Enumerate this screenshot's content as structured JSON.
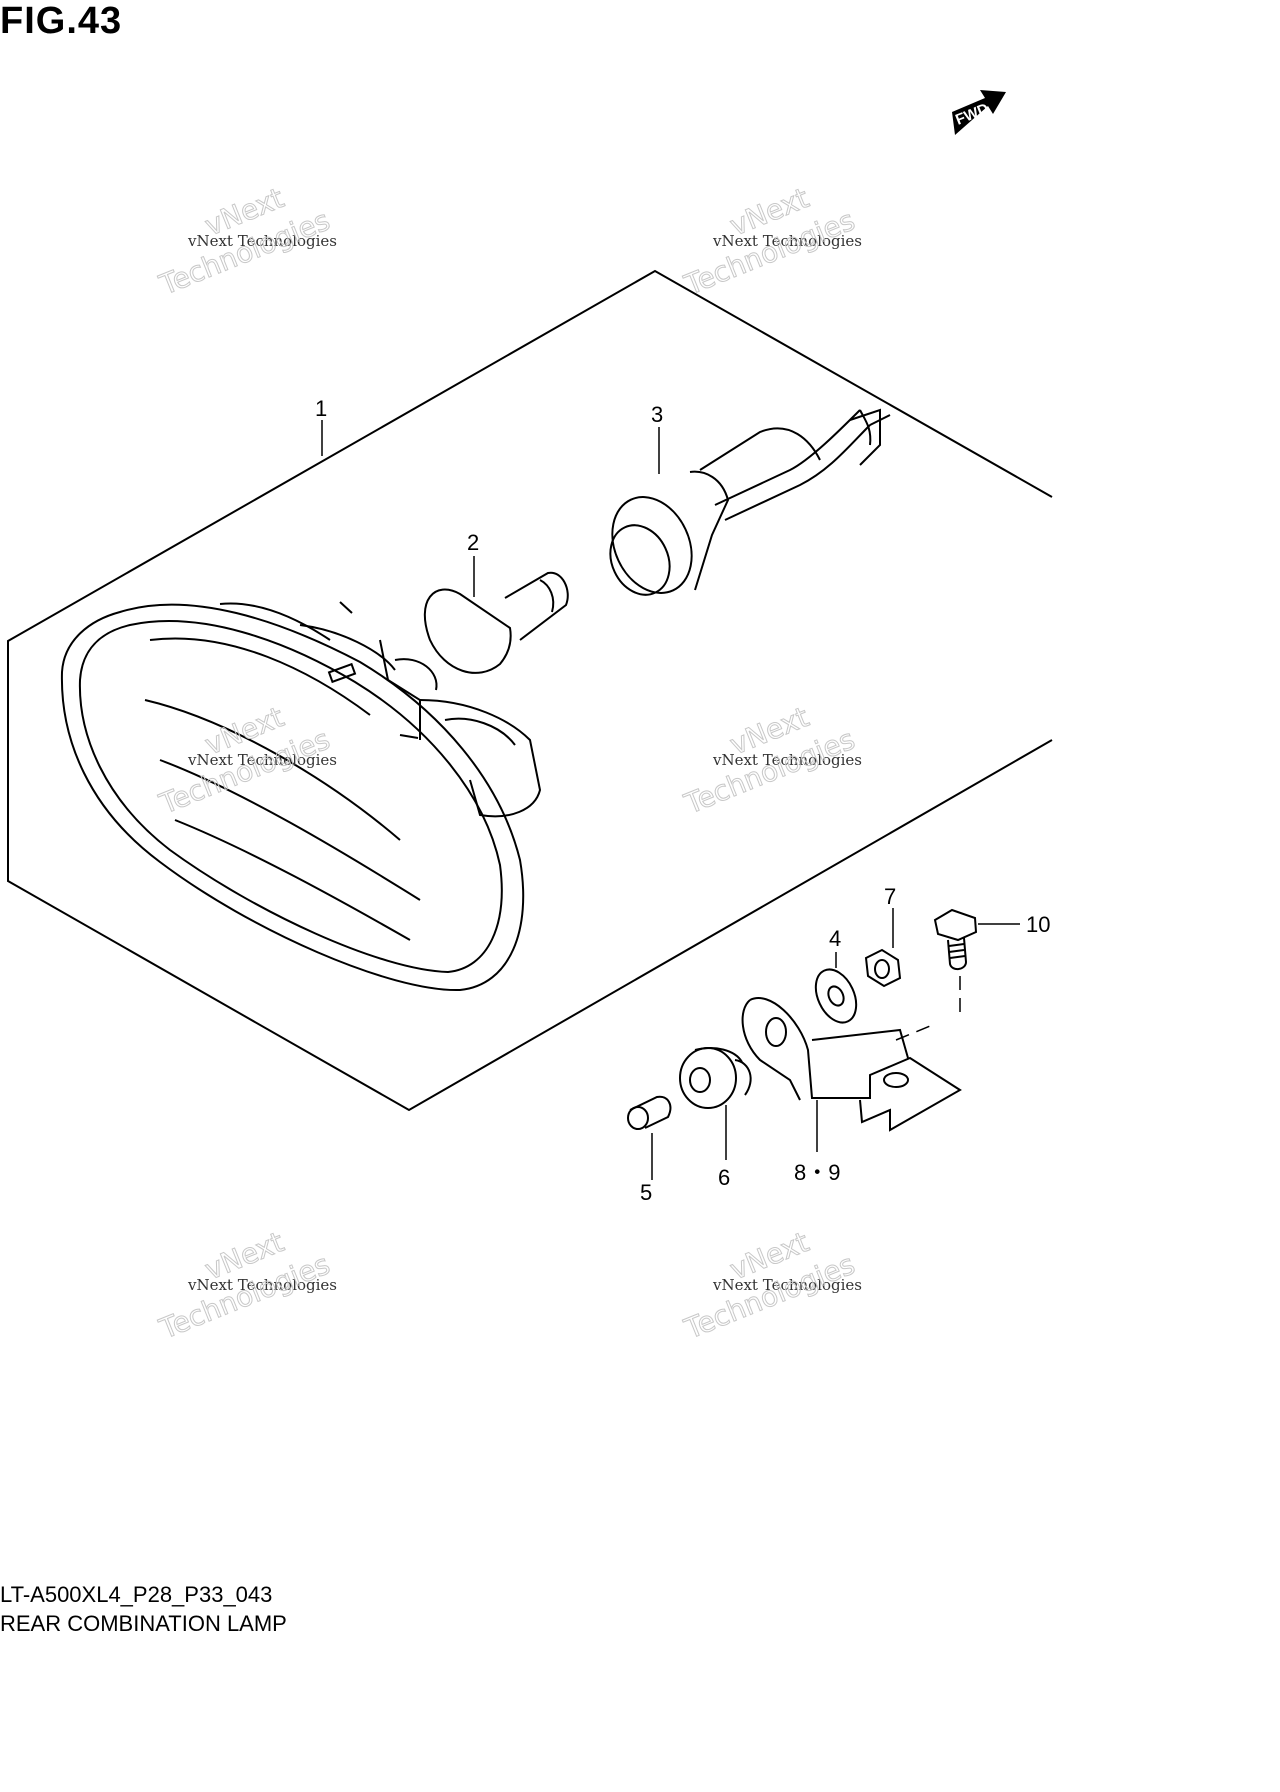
{
  "figure": {
    "title": "FIG.43",
    "part_code": "LT-A500XL4_P28_P33_043",
    "part_name": "REAR COMBINATION LAMP"
  },
  "fwd_label": "FWD",
  "callouts": {
    "c1": "1",
    "c2": "2",
    "c3": "3",
    "c4": "4",
    "c5": "5",
    "c6": "6",
    "c7": "7",
    "c89": "8・9",
    "c10": "10"
  },
  "watermark": {
    "brand": "vNext",
    "line1": "vNext Technologies",
    "line2": "Technologies"
  }
}
